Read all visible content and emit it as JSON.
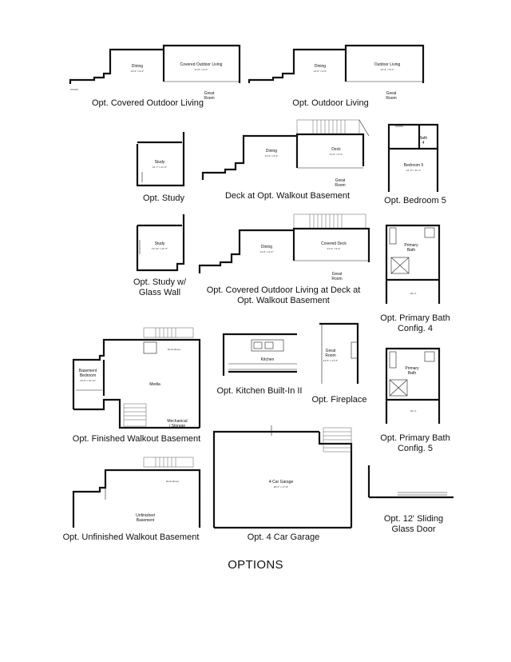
{
  "page": {
    "title": "OPTIONS"
  },
  "options": [
    {
      "id": "covered-outdoor-living",
      "caption": [
        "Opt. Covered Outdoor Living"
      ],
      "rooms": [
        "Dining",
        "Covered Outdoor Living",
        "Great",
        "Room"
      ]
    },
    {
      "id": "outdoor-living",
      "caption": [
        "Opt. Outdoor Living"
      ],
      "rooms": [
        "Dining",
        "Outdoor Living",
        "Great",
        "Room"
      ]
    },
    {
      "id": "study",
      "caption": [
        "Opt. Study"
      ],
      "rooms": [
        "Study"
      ]
    },
    {
      "id": "deck-walkout",
      "caption": [
        "Deck at Opt. Walkout Basement"
      ],
      "rooms": [
        "Dining",
        "Deck",
        "Great",
        "Room"
      ]
    },
    {
      "id": "bedroom-5",
      "caption": [
        "Opt. Bedroom 5"
      ],
      "rooms": [
        "Bath",
        "4",
        "Bedroom 5"
      ]
    },
    {
      "id": "study-glass",
      "caption": [
        "Opt. Study w/",
        "Glass Wall"
      ],
      "rooms": [
        "Study"
      ]
    },
    {
      "id": "covered-deck-walkout",
      "caption": [
        "Opt.  Covered Outdoor Living at Deck at",
        "Opt. Walkout Basement"
      ],
      "rooms": [
        "Dining",
        "Covered Deck",
        "Great",
        "Room"
      ]
    },
    {
      "id": "primary-bath-4",
      "caption": [
        "Opt. Primary Bath",
        "Config. 4"
      ],
      "rooms": [
        "Primary",
        "Bath"
      ]
    },
    {
      "id": "finished-walkout",
      "caption": [
        "Opt. Finished Walkout Basement"
      ],
      "rooms": [
        "Basement",
        "Bedroom",
        "Media",
        "Deck Above",
        "Mechanical",
        "/ Storage"
      ]
    },
    {
      "id": "kitchen-built-in",
      "caption": [
        "Opt. Kitchen Built-In II"
      ],
      "rooms": [
        "Kitchen"
      ]
    },
    {
      "id": "fireplace",
      "caption": [
        "Opt. Fireplace"
      ],
      "rooms": [
        "Great",
        "Room"
      ]
    },
    {
      "id": "primary-bath-5",
      "caption": [
        "Opt. Primary Bath",
        "Config. 5"
      ],
      "rooms": [
        "Primary",
        "Bath"
      ]
    },
    {
      "id": "unfinished-walkout",
      "caption": [
        "Opt. Unfinished Walkout Basement"
      ],
      "rooms": [
        "Deck Above",
        "Unfinished",
        "Basement"
      ]
    },
    {
      "id": "four-car-garage",
      "caption": [
        "Opt. 4 Car Garage"
      ],
      "rooms": [
        "4-Car Garage"
      ]
    },
    {
      "id": "sliding-door",
      "caption": [
        "Opt. 12' Sliding",
        "Glass Door"
      ],
      "rooms": []
    }
  ]
}
